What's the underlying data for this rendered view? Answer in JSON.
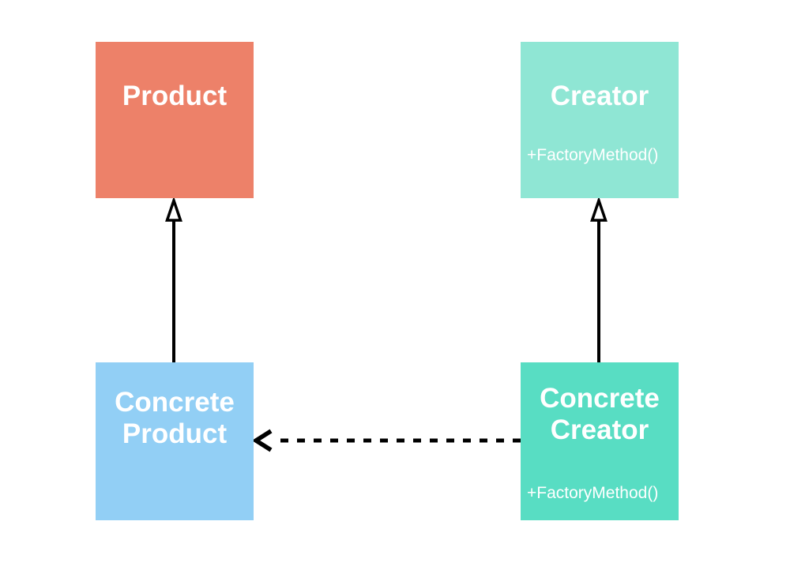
{
  "diagram": {
    "background": "#FFFFFF",
    "text_color": "#FFFFFF",
    "edge_color": "#000000"
  },
  "nodes": {
    "product": {
      "title": "Product",
      "fill": "#ED8169"
    },
    "creator": {
      "title": "Creator",
      "method": "+FactoryMethod()",
      "fill": "#8FE6D4"
    },
    "concrete_product": {
      "title_line1": "Concrete",
      "title_line2": "Product",
      "fill": "#92CFF5"
    },
    "concrete_creator": {
      "title_line1": "Concrete",
      "title_line2": "Creator",
      "method": "+FactoryMethod()",
      "fill": "#58DDC3"
    }
  },
  "edges": [
    {
      "id": "concrete-product-extends-product",
      "from": "concrete_product",
      "to": "product",
      "line_style": "solid",
      "head": "open-triangle"
    },
    {
      "id": "concrete-creator-extends-creator",
      "from": "concrete_creator",
      "to": "creator",
      "line_style": "solid",
      "head": "open-triangle"
    },
    {
      "id": "concrete-creator-creates-concrete-product",
      "from": "concrete_creator",
      "to": "concrete_product",
      "line_style": "dashed",
      "head": "open-v"
    }
  ]
}
